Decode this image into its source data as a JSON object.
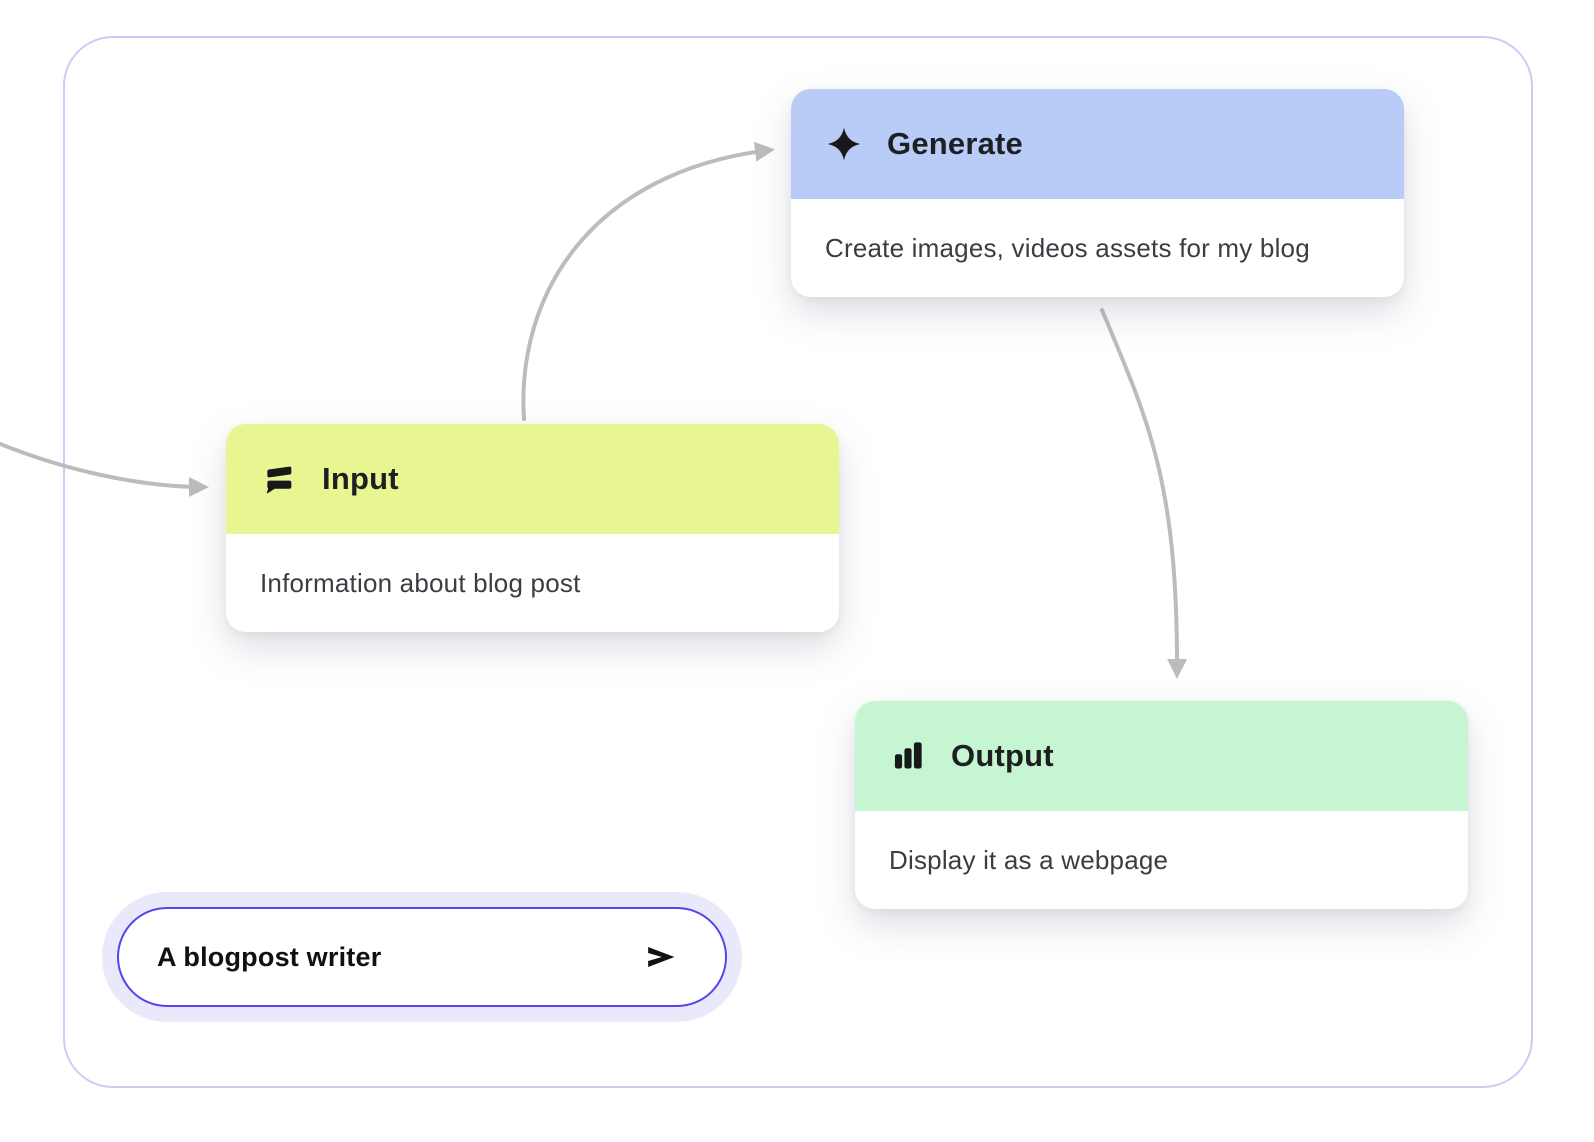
{
  "app": {
    "background_color": "#ffffff"
  },
  "frame": {
    "border_color": "#c9cef4"
  },
  "connectors": {
    "color": "#bcbcbc"
  },
  "nodes": [
    {
      "title": "Generate",
      "description": "Create images, videos assets for my blog",
      "header_color": "#b9ccf8",
      "icon": "sparkle-icon"
    },
    {
      "title": "Input",
      "description": "Information about blog post",
      "header_color": "#e9f591",
      "icon": "chat-text-icon"
    },
    {
      "title": "Output",
      "description": "Display it as a webpage",
      "header_color": "#c6f6d1",
      "icon": "bar-chart-icon"
    }
  ],
  "prompt_bar": {
    "value": "A blogpost writer",
    "send_icon": "send-arrow-icon",
    "border_color": "#5445ee",
    "glow_color": "#e9e9fb",
    "icon_color": "#111216"
  }
}
